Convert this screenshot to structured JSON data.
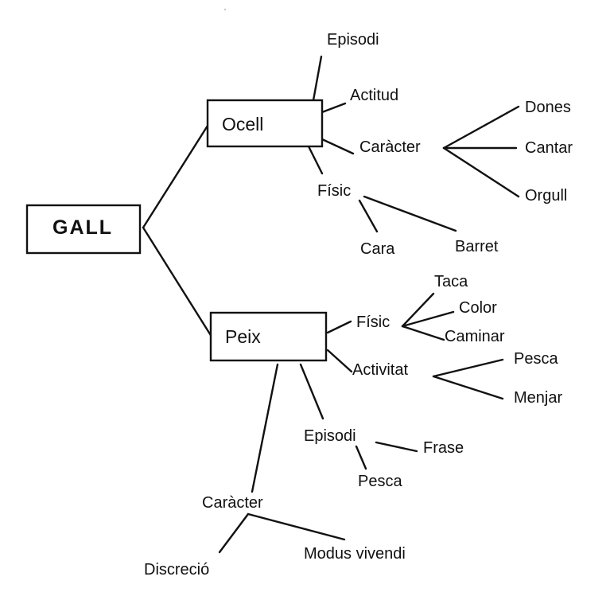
{
  "diagram": {
    "type": "concept-tree",
    "root": "gall",
    "nodes": [
      {
        "id": "gall",
        "label": "GALL",
        "kind": "root-box"
      },
      {
        "id": "ocell",
        "label": "Ocell",
        "kind": "box"
      },
      {
        "id": "peix",
        "label": "Peix",
        "kind": "box"
      },
      {
        "id": "ocell-episodi",
        "label": "Episodi",
        "kind": "text"
      },
      {
        "id": "ocell-actitud",
        "label": "Actitud",
        "kind": "text"
      },
      {
        "id": "ocell-caracter",
        "label": "Caràcter",
        "kind": "text"
      },
      {
        "id": "ocell-fisic",
        "label": "Físic",
        "kind": "text"
      },
      {
        "id": "dones",
        "label": "Dones",
        "kind": "text"
      },
      {
        "id": "cantar",
        "label": "Cantar",
        "kind": "text"
      },
      {
        "id": "orgull",
        "label": "Orgull",
        "kind": "text"
      },
      {
        "id": "cara",
        "label": "Cara",
        "kind": "text"
      },
      {
        "id": "barret",
        "label": "Barret",
        "kind": "text"
      },
      {
        "id": "peix-fisic",
        "label": "Físic",
        "kind": "text"
      },
      {
        "id": "taca",
        "label": "Taca",
        "kind": "text"
      },
      {
        "id": "color",
        "label": "Color",
        "kind": "text"
      },
      {
        "id": "caminar",
        "label": "Caminar",
        "kind": "text"
      },
      {
        "id": "peix-activitat",
        "label": "Activitat",
        "kind": "text"
      },
      {
        "id": "activitat-pesca",
        "label": "Pesca",
        "kind": "text"
      },
      {
        "id": "menjar",
        "label": "Menjar",
        "kind": "text"
      },
      {
        "id": "peix-episodi",
        "label": "Episodi",
        "kind": "text"
      },
      {
        "id": "frase",
        "label": "Frase",
        "kind": "text"
      },
      {
        "id": "episodi-pesca",
        "label": "Pesca",
        "kind": "text"
      },
      {
        "id": "peix-caracter",
        "label": "Caràcter",
        "kind": "text"
      },
      {
        "id": "discrecio",
        "label": "Discreció",
        "kind": "text"
      },
      {
        "id": "modus-vivendi",
        "label": "Modus vivendi",
        "kind": "text"
      }
    ],
    "edges": [
      [
        "gall",
        "ocell"
      ],
      [
        "gall",
        "peix"
      ],
      [
        "ocell",
        "ocell-episodi"
      ],
      [
        "ocell",
        "ocell-actitud"
      ],
      [
        "ocell",
        "ocell-caracter"
      ],
      [
        "ocell",
        "ocell-fisic"
      ],
      [
        "ocell-caracter",
        "dones"
      ],
      [
        "ocell-caracter",
        "cantar"
      ],
      [
        "ocell-caracter",
        "orgull"
      ],
      [
        "ocell-fisic",
        "cara"
      ],
      [
        "ocell-fisic",
        "barret"
      ],
      [
        "peix",
        "peix-fisic"
      ],
      [
        "peix",
        "peix-activitat"
      ],
      [
        "peix",
        "peix-episodi"
      ],
      [
        "peix",
        "peix-caracter"
      ],
      [
        "peix-fisic",
        "taca"
      ],
      [
        "peix-fisic",
        "color"
      ],
      [
        "peix-fisic",
        "caminar"
      ],
      [
        "peix-activitat",
        "activitat-pesca"
      ],
      [
        "peix-activitat",
        "menjar"
      ],
      [
        "peix-episodi",
        "frase"
      ],
      [
        "peix-episodi",
        "episodi-pesca"
      ],
      [
        "peix-caracter",
        "discrecio"
      ],
      [
        "peix-caracter",
        "modus-vivendi"
      ]
    ]
  }
}
